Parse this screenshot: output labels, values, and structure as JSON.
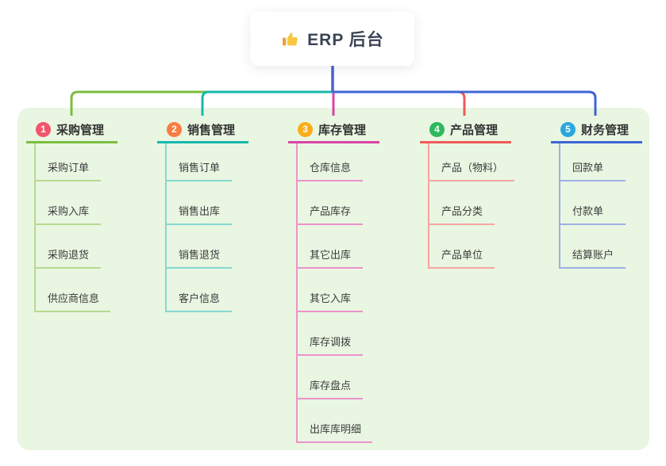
{
  "root": {
    "icon": "thumbs-up-icon",
    "title": "ERP 后台"
  },
  "branches": [
    {
      "badge": "1",
      "title": "采购管理",
      "badge_color": "#f1556c",
      "line_color": "#7cbd3f",
      "light_line_color": "#b7da8e",
      "children": [
        "采购订单",
        "采购入库",
        "采购退货",
        "供应商信息"
      ]
    },
    {
      "badge": "2",
      "title": "销售管理",
      "badge_color": "#f97c42",
      "line_color": "#16b8ab",
      "light_line_color": "#85d8d1",
      "children": [
        "销售订单",
        "销售出库",
        "销售退货",
        "客户信息"
      ]
    },
    {
      "badge": "3",
      "title": "库存管理",
      "badge_color": "#fbad19",
      "line_color": "#d944a4",
      "light_line_color": "#ec92cb",
      "children": [
        "仓库信息",
        "产品库存",
        "其它出库",
        "其它入库",
        "库存调拨",
        "库存盘点",
        "出库库明细"
      ]
    },
    {
      "badge": "4",
      "title": "产品管理",
      "badge_color": "#2eb85c",
      "line_color": "#f05a5b",
      "light_line_color": "#f7a3a3",
      "children": [
        "产品（物料）",
        "产品分类",
        "产品单位"
      ]
    },
    {
      "badge": "5",
      "title": "财务管理",
      "badge_color": "#29a8dc",
      "line_color": "#3f64d4",
      "light_line_color": "#9db0e6",
      "children": [
        "回款单",
        "付款单",
        "结算账户"
      ]
    }
  ],
  "colors": {
    "page_bg": "#ffffff",
    "container_bg": "#e9f6e2",
    "root_connector": "#4a62cf",
    "thumb_icon": "#f8c844",
    "thumb_cuff": "#e8a33a"
  }
}
